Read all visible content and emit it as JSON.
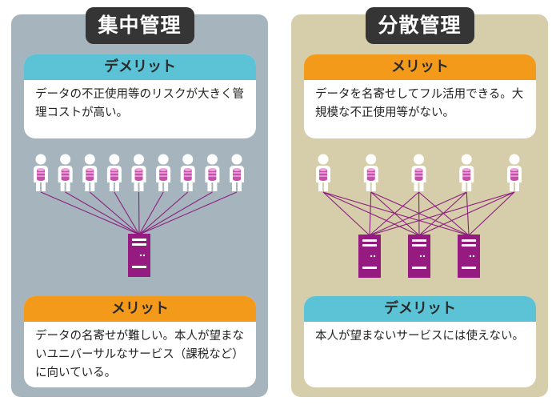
{
  "left": {
    "title": "集中管理",
    "box_top": {
      "heading": "デメリット",
      "text": "データの不正使用等のリスクが大きく管理コストが高い。",
      "color": "#5bc3d5"
    },
    "box_bottom": {
      "heading": "メリット",
      "text": "データの名寄せが難しい。本人が望まないユニバーサルなサービス（課税など）に向いている。",
      "color": "#f39a1a"
    },
    "person_count": 9,
    "server_count": 1
  },
  "right": {
    "title": "分散管理",
    "box_top": {
      "heading": "メリット",
      "text": "データを名寄せしてフル活用できる。大規模な不正使用等がない。",
      "color": "#f39a1a"
    },
    "box_bottom": {
      "heading": "デメリット",
      "text": "本人が望まないサービスには使えない。",
      "color": "#5bc3d5"
    },
    "person_count": 5,
    "server_count": 3
  },
  "colors": {
    "network_line": "#8a1f7e",
    "server": "#951b81",
    "database": "#c94fae",
    "person": "#ffffff"
  }
}
